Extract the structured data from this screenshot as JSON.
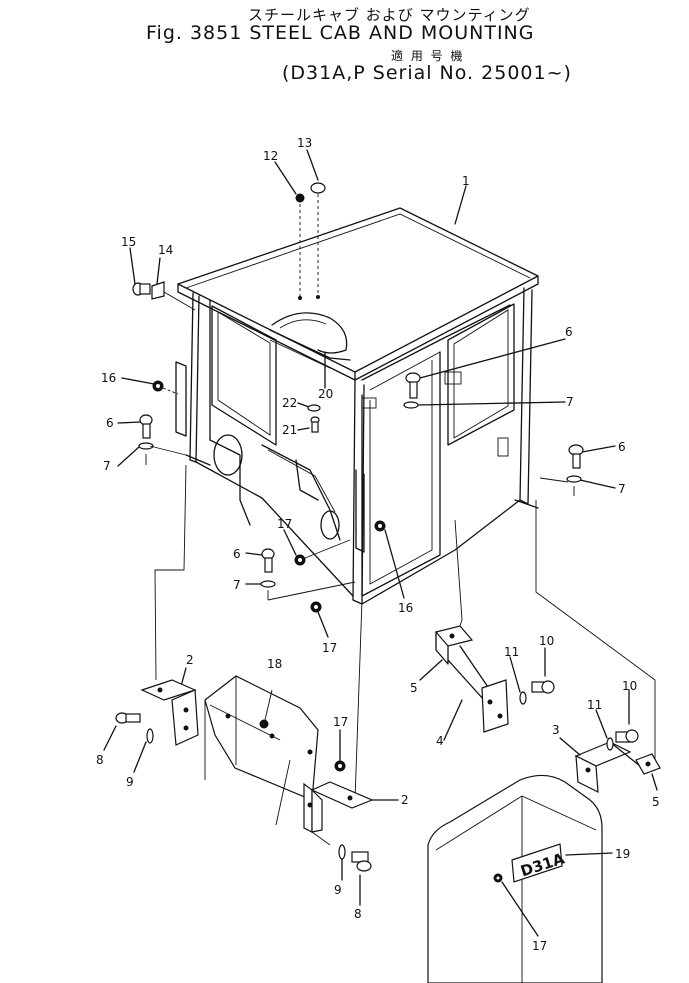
{
  "header": {
    "title_jp": "スチールキャブ および マウンティング",
    "figure_title": "Fig. 3851  STEEL CAB AND MOUNTING",
    "applicability_jp": "適 用 号 機",
    "serial_line": "(D31A,P  Serial No. 25001~)"
  },
  "diagram": {
    "decal_text": "D31A",
    "callouts": [
      {
        "id": "c1",
        "label": "1"
      },
      {
        "id": "c12",
        "label": "12"
      },
      {
        "id": "c13",
        "label": "13"
      },
      {
        "id": "c15",
        "label": "15"
      },
      {
        "id": "c14",
        "label": "14"
      },
      {
        "id": "c16a",
        "label": "16"
      },
      {
        "id": "c6a",
        "label": "6"
      },
      {
        "id": "c7a",
        "label": "7"
      },
      {
        "id": "c20",
        "label": "20"
      },
      {
        "id": "c22",
        "label": "22"
      },
      {
        "id": "c21",
        "label": "21"
      },
      {
        "id": "c6b",
        "label": "6"
      },
      {
        "id": "c7b",
        "label": "7"
      },
      {
        "id": "c6c",
        "label": "6"
      },
      {
        "id": "c7c",
        "label": "7"
      },
      {
        "id": "c17a",
        "label": "17"
      },
      {
        "id": "c6d",
        "label": "6"
      },
      {
        "id": "c7d",
        "label": "7"
      },
      {
        "id": "c16b",
        "label": "16"
      },
      {
        "id": "c17b",
        "label": "17"
      },
      {
        "id": "c2a",
        "label": "2"
      },
      {
        "id": "c18",
        "label": "18"
      },
      {
        "id": "c17c",
        "label": "17"
      },
      {
        "id": "c8a",
        "label": "8"
      },
      {
        "id": "c9a",
        "label": "9"
      },
      {
        "id": "c2b",
        "label": "2"
      },
      {
        "id": "c9b",
        "label": "9"
      },
      {
        "id": "c8b",
        "label": "8"
      },
      {
        "id": "c5a",
        "label": "5"
      },
      {
        "id": "c11a",
        "label": "11"
      },
      {
        "id": "c10a",
        "label": "10"
      },
      {
        "id": "c4",
        "label": "4"
      },
      {
        "id": "c3",
        "label": "3"
      },
      {
        "id": "c11b",
        "label": "11"
      },
      {
        "id": "c10b",
        "label": "10"
      },
      {
        "id": "c5b",
        "label": "5"
      },
      {
        "id": "c19",
        "label": "19"
      },
      {
        "id": "c17d",
        "label": "17"
      }
    ]
  }
}
